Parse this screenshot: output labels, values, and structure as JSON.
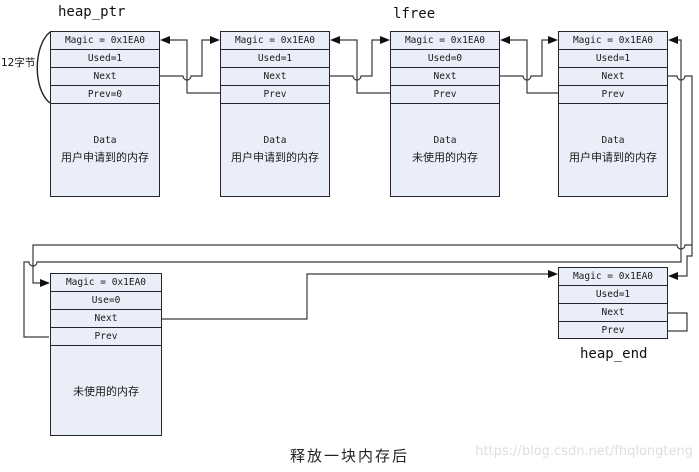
{
  "diagram": {
    "labels": {
      "heap_ptr": "heap_ptr",
      "lfree": "lfree",
      "heap_end": "heap_end",
      "size_note": "12字节",
      "caption": "释放一块内存后",
      "watermark": "https://blog.csdn.net/fhqlongteng"
    },
    "blocks": [
      {
        "id": "block-1",
        "rows": [
          "Magic = 0x1EA0",
          "Used=1",
          "Next",
          "Prev=0"
        ],
        "data_lines": [
          "Data",
          "用户申请到的内存"
        ]
      },
      {
        "id": "block-2",
        "rows": [
          "Magic = 0x1EA0",
          "Used=1",
          "Next",
          "Prev"
        ],
        "data_lines": [
          "Data",
          "用户申请到的内存"
        ]
      },
      {
        "id": "block-3",
        "rows": [
          "Magic = 0x1EA0",
          "Used=0",
          "Next",
          "Prev"
        ],
        "data_lines": [
          "Data",
          "未使用的内存"
        ]
      },
      {
        "id": "block-4",
        "rows": [
          "Magic = 0x1EA0",
          "Used=1",
          "Next",
          "Prev"
        ],
        "data_lines": [
          "Data",
          "用户申请到的内存"
        ]
      },
      {
        "id": "freed-block",
        "rows": [
          "Magic = 0x1EA0",
          "Use=0",
          "Next",
          "Prev"
        ],
        "data_lines": [
          "未使用的内存"
        ]
      },
      {
        "id": "heap-end-block",
        "rows": [
          "Magic = 0x1EA0",
          "Used=1",
          "Next",
          "Prev"
        ],
        "data_lines": []
      }
    ],
    "colors": {
      "block_fill": "#e9eef8",
      "block_border": "#24242e",
      "wire": "#3a3a3a",
      "arrowhead": "#101010",
      "watermark_text": "#dedede"
    }
  }
}
